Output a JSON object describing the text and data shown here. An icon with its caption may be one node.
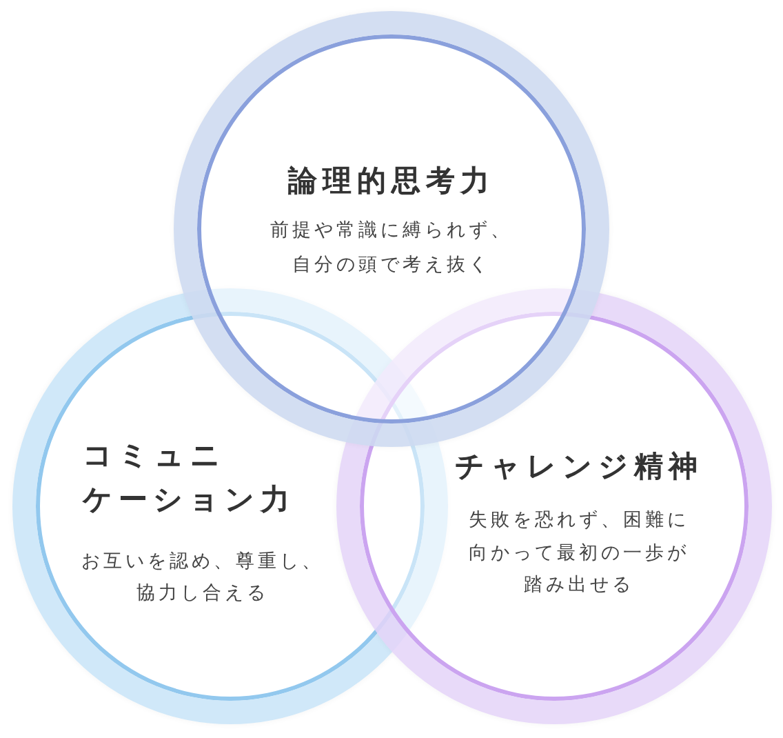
{
  "diagram": {
    "nodes": [
      {
        "text": [
          "論理的思考力",
          "前提や常識に縛られず、自分の頭で考え抜く"
        ]
      },
      {
        "text": [
          "コミュニケーション力",
          "お互いを認め、尊重し、協力し合える"
        ]
      },
      {
        "text": [
          "チャレンジ精神",
          "失敗を恐れず、困難に向かって最初の一歩が踏み出せる"
        ]
      }
    ]
  }
}
